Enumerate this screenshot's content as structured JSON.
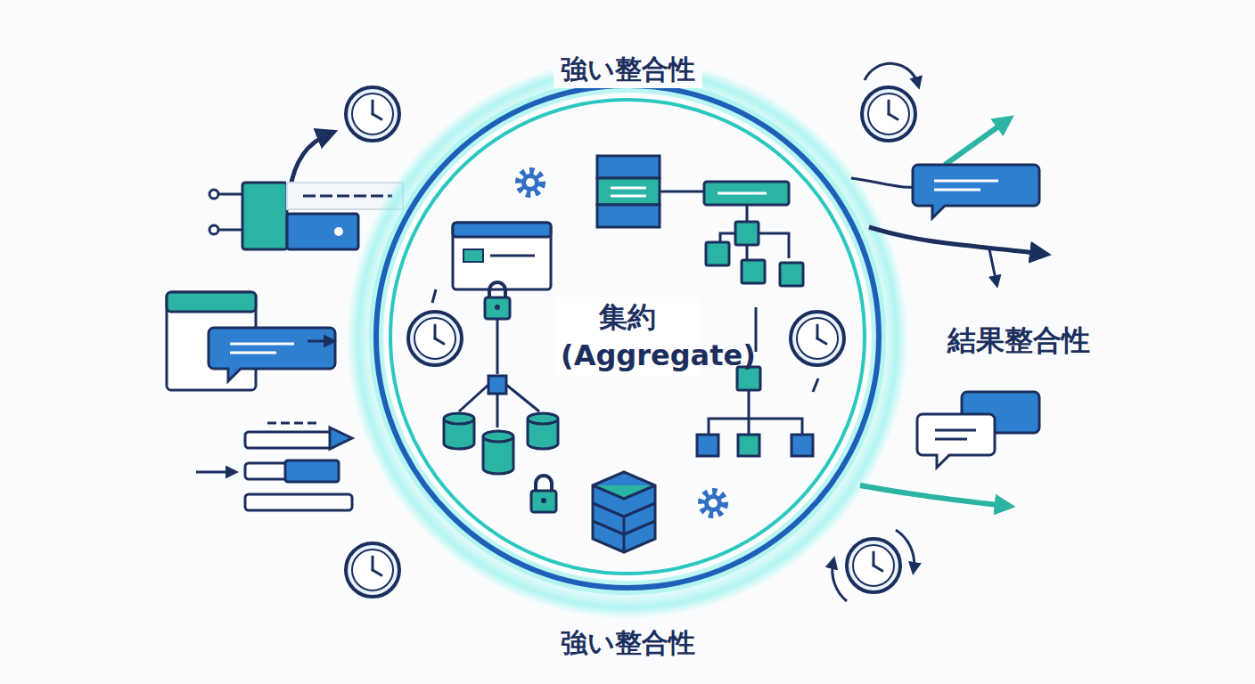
{
  "diagram": {
    "nodes": [
      {
        "text": [
          "集約 (Aggregate)"
        ]
      }
    ],
    "labels": [
      "強い整合性",
      "結果整合性",
      "強い整合性"
    ]
  }
}
